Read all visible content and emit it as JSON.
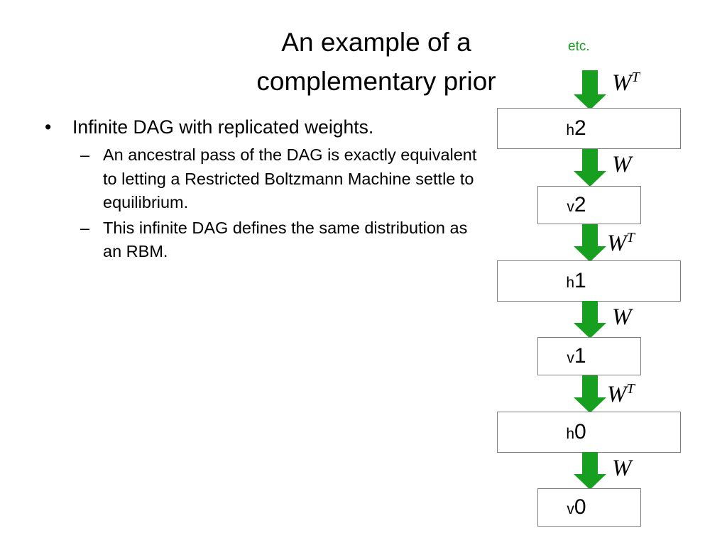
{
  "slide": {
    "title": "An example of a\ncomplementary prior",
    "bullets": [
      {
        "level": 1,
        "marker": "•",
        "text": "Infinite DAG with replicated weights."
      },
      {
        "level": 2,
        "marker": "–",
        "text": "An ancestral pass of the DAG is exactly equivalent to letting a Restricted Boltzmann Machine settle to equilibrium."
      },
      {
        "level": 2,
        "marker": "–",
        "text": "This infinite DAG defines the same distribution as an RBM."
      }
    ]
  },
  "diagram": {
    "etc_label": "etc.",
    "arrow_color": "#17A020",
    "box_border_color": "#7f7f7f",
    "nodes": [
      {
        "id": "h2",
        "prefix": "h",
        "index": "2",
        "kind": "hidden"
      },
      {
        "id": "v2",
        "prefix": "v",
        "index": "2",
        "kind": "visible"
      },
      {
        "id": "h1",
        "prefix": "h",
        "index": "1",
        "kind": "hidden"
      },
      {
        "id": "v1",
        "prefix": "v",
        "index": "1",
        "kind": "visible"
      },
      {
        "id": "h0",
        "prefix": "h",
        "index": "0",
        "kind": "hidden"
      },
      {
        "id": "v0",
        "prefix": "v",
        "index": "0",
        "kind": "visible"
      }
    ],
    "arrows": [
      {
        "id": "arrow-etc-to-h2",
        "label": "W",
        "superscript": "T"
      },
      {
        "id": "arrow-h2-to-v2",
        "label": "W",
        "superscript": ""
      },
      {
        "id": "arrow-v2-to-h1",
        "label": "W",
        "superscript": "T"
      },
      {
        "id": "arrow-h1-to-v1",
        "label": "W",
        "superscript": ""
      },
      {
        "id": "arrow-v1-to-h0",
        "label": "W",
        "superscript": "T"
      },
      {
        "id": "arrow-h0-to-v0",
        "label": "W",
        "superscript": ""
      }
    ]
  }
}
